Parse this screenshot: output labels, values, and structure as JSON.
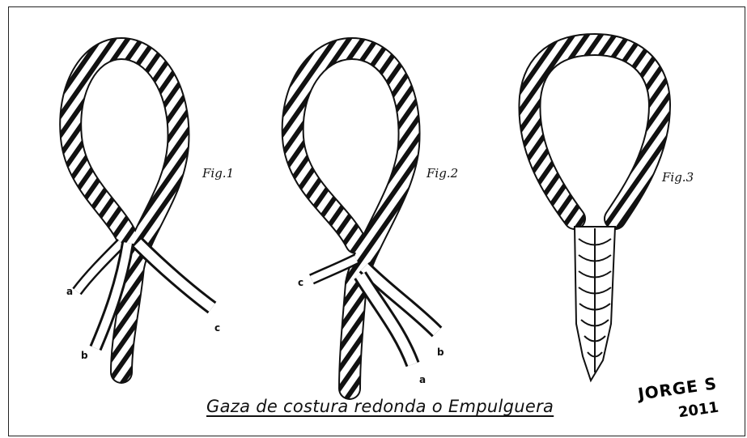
{
  "figures": [
    {
      "label": "Fig.1",
      "strands": [
        "a",
        "b",
        "c"
      ]
    },
    {
      "label": "Fig.2",
      "strands": [
        "c",
        "b",
        "a"
      ]
    },
    {
      "label": "Fig.3",
      "strands": []
    }
  ],
  "caption": "Gaza de costura redonda o Empulguera",
  "signature": {
    "name": "JORGE S",
    "year": "2011"
  },
  "colors": {
    "ink": "#111111",
    "paper": "#ffffff"
  }
}
